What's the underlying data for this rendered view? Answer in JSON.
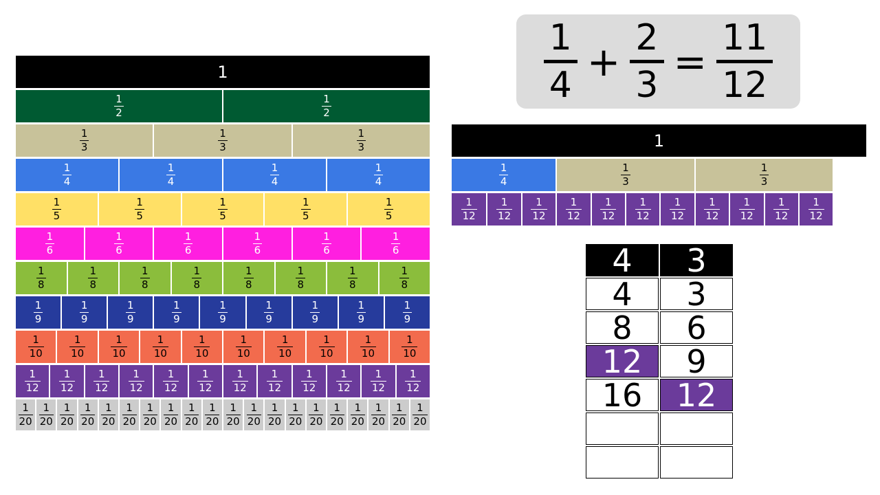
{
  "fraction_wall": {
    "rows": [
      {
        "denominator": 1,
        "count": 1,
        "color": "#000000",
        "text_color": "#ffffff",
        "label": "1"
      },
      {
        "denominator": 2,
        "count": 2,
        "color": "#005a32",
        "text_color": "#ffffff",
        "num": "1",
        "den": "2"
      },
      {
        "denominator": 3,
        "count": 3,
        "color": "#c8c29a",
        "text_color": "#000000",
        "num": "1",
        "den": "3"
      },
      {
        "denominator": 4,
        "count": 4,
        "color": "#3a79e4",
        "text_color": "#ffffff",
        "num": "1",
        "den": "4"
      },
      {
        "denominator": 5,
        "count": 5,
        "color": "#ffe066",
        "text_color": "#000000",
        "num": "1",
        "den": "5"
      },
      {
        "denominator": 6,
        "count": 6,
        "color": "#ff1fe0",
        "text_color": "#ffffff",
        "num": "1",
        "den": "6"
      },
      {
        "denominator": 8,
        "count": 8,
        "color": "#8bbd3c",
        "text_color": "#000000",
        "num": "1",
        "den": "8"
      },
      {
        "denominator": 9,
        "count": 9,
        "color": "#263b9c",
        "text_color": "#ffffff",
        "num": "1",
        "den": "9"
      },
      {
        "denominator": 10,
        "count": 10,
        "color": "#f26b4d",
        "text_color": "#000000",
        "num": "1",
        "den": "10"
      },
      {
        "denominator": 12,
        "count": 12,
        "color": "#6b3b9b",
        "text_color": "#ffffff",
        "num": "1",
        "den": "12"
      },
      {
        "denominator": 20,
        "count": 20,
        "color": "#cccccc",
        "text_color": "#000000",
        "num": "1",
        "den": "20"
      }
    ]
  },
  "equation": {
    "a_num": "1",
    "a_den": "4",
    "plus": "+",
    "b_num": "2",
    "b_den": "3",
    "equals": "=",
    "c_num": "11",
    "c_den": "12"
  },
  "model": {
    "whole_label": "1",
    "whole_color": "#000000",
    "parts": [
      {
        "num": "1",
        "den": "4",
        "color": "#3a79e4",
        "text_color": "#ffffff",
        "fraction": 0.25
      },
      {
        "num": "1",
        "den": "3",
        "color": "#c8c29a",
        "text_color": "#000000",
        "fraction": 0.3333
      },
      {
        "num": "1",
        "den": "3",
        "color": "#c8c29a",
        "text_color": "#000000",
        "fraction": 0.3333
      }
    ],
    "twelfths": {
      "num": "1",
      "den": "12",
      "count": 11,
      "color": "#6b3b9b",
      "text_color": "#ffffff"
    }
  },
  "multiples_table": {
    "header": [
      "4",
      "3"
    ],
    "rows": [
      [
        "4",
        "3"
      ],
      [
        "8",
        "6"
      ],
      [
        "12",
        "9"
      ],
      [
        "16",
        "12"
      ],
      [
        "",
        ""
      ],
      [
        "",
        ""
      ]
    ],
    "highlight_color": "#6b3b9b",
    "highlighted_cells": [
      [
        2,
        0
      ],
      [
        3,
        1
      ]
    ]
  }
}
